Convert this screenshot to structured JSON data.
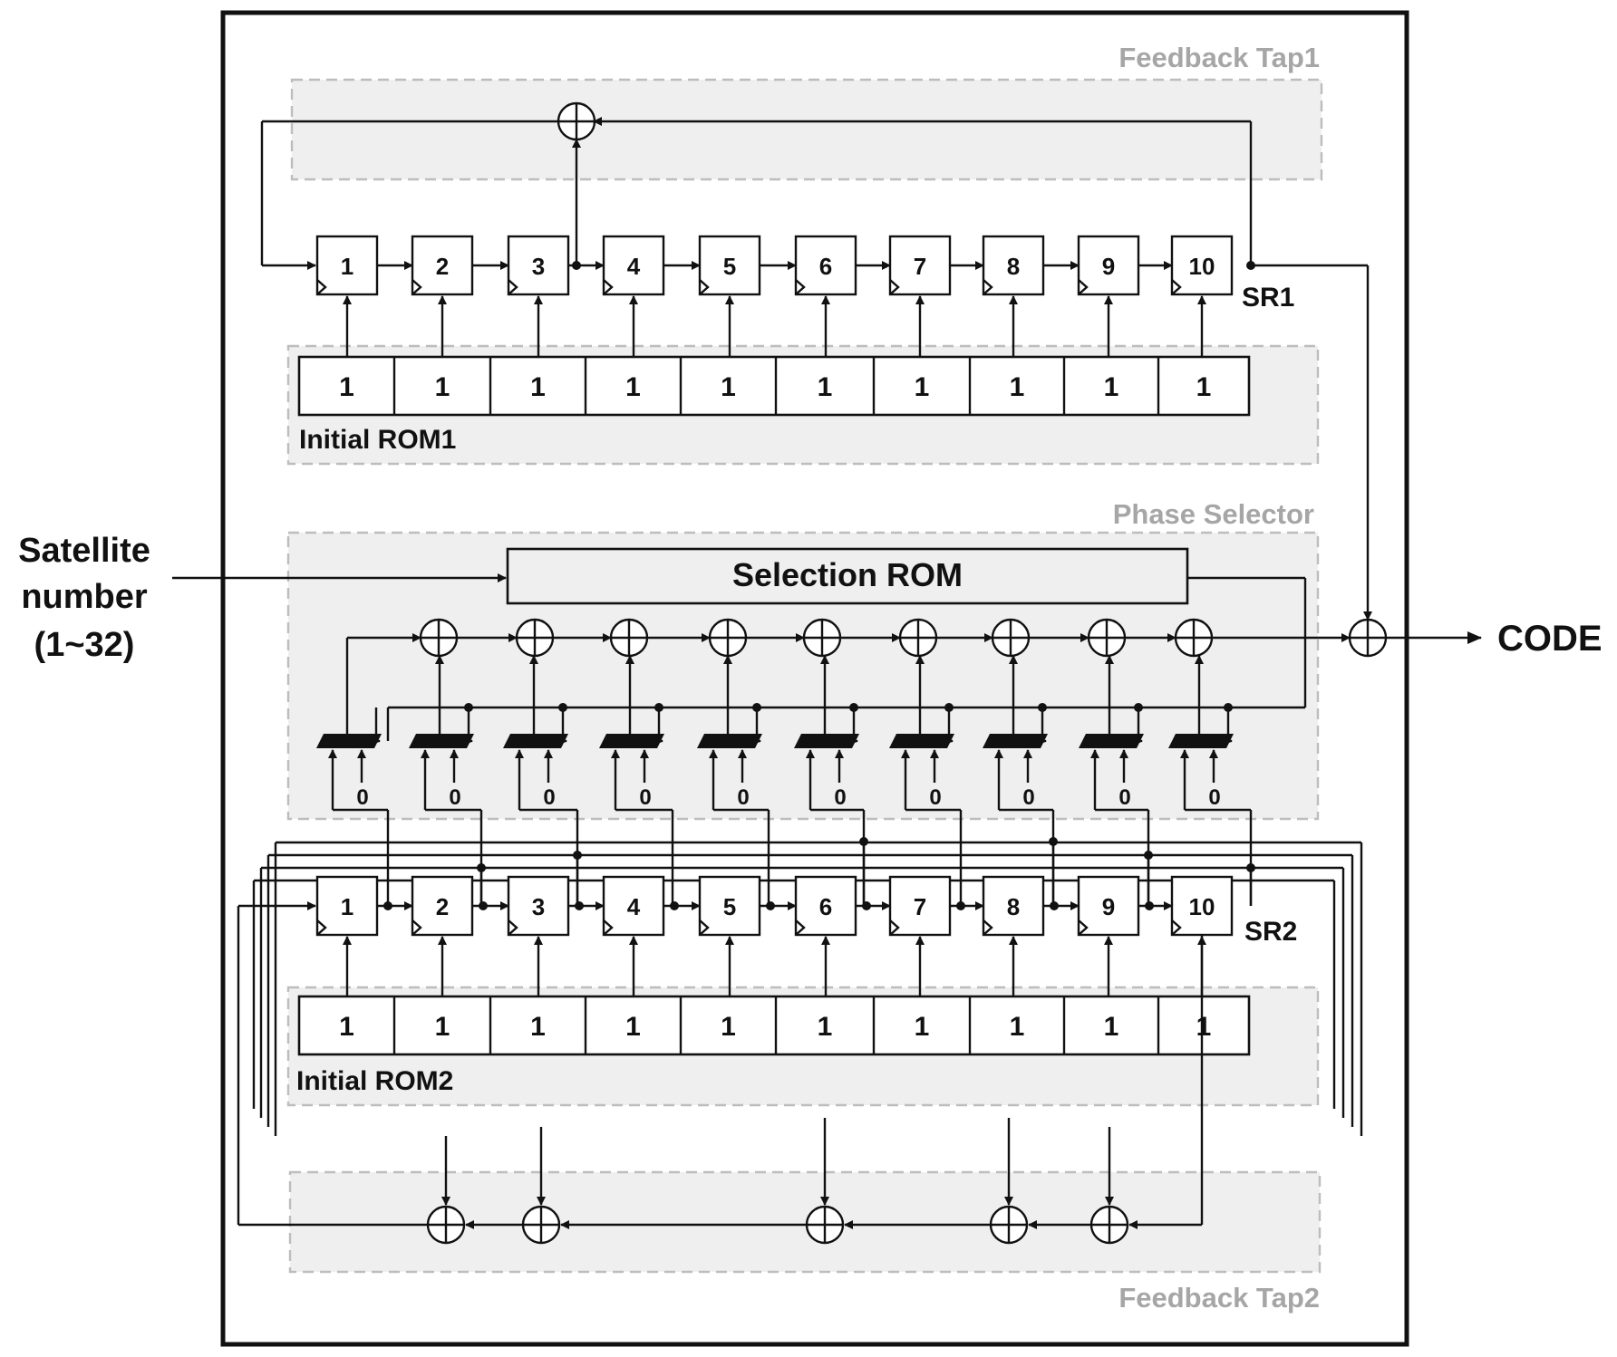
{
  "zones": {
    "feedback_tap1": "Feedback Tap1",
    "phase_selector": "Phase Selector",
    "feedback_tap2": "Feedback Tap2"
  },
  "sr1": {
    "name": "SR1",
    "cells": [
      "1",
      "2",
      "3",
      "4",
      "5",
      "6",
      "7",
      "8",
      "9",
      "10"
    ]
  },
  "rom1": {
    "name": "Initial ROM1",
    "values": [
      "1",
      "1",
      "1",
      "1",
      "1",
      "1",
      "1",
      "1",
      "1",
      "1"
    ]
  },
  "selection_rom": {
    "name": "Selection ROM"
  },
  "satellite_input": {
    "line1": "Satellite",
    "line2": "number",
    "line3": "(1~32)"
  },
  "mux_zero_inputs": [
    "0",
    "0",
    "0",
    "0",
    "0",
    "0",
    "0",
    "0",
    "0",
    "0"
  ],
  "sr2": {
    "name": "SR2",
    "cells": [
      "1",
      "2",
      "3",
      "4",
      "5",
      "6",
      "7",
      "8",
      "9",
      "10"
    ]
  },
  "rom2": {
    "name": "Initial ROM2",
    "values": [
      "1",
      "1",
      "1",
      "1",
      "1",
      "1",
      "1",
      "1",
      "1",
      "1"
    ]
  },
  "output": {
    "name": "CODE"
  }
}
